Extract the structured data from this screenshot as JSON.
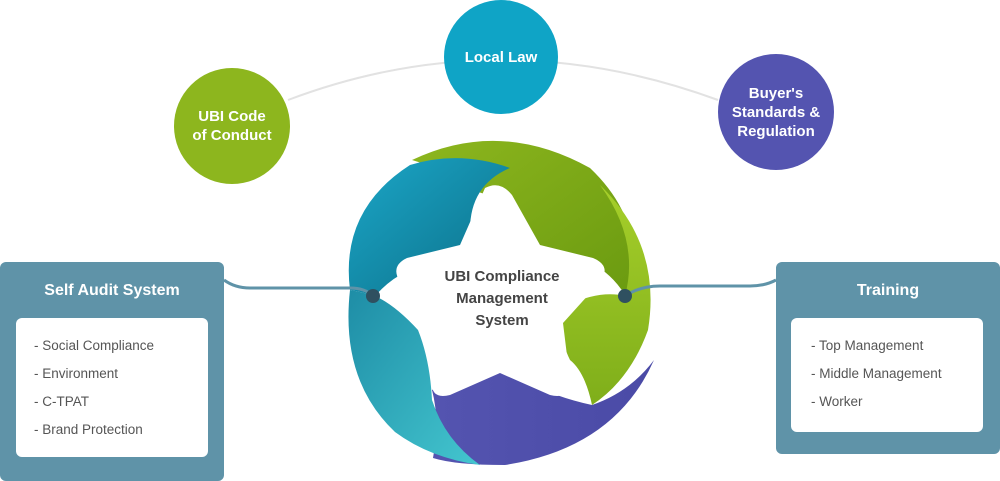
{
  "center": {
    "lines": [
      "UBI Compliance",
      "Management",
      "System"
    ]
  },
  "bubbles": {
    "code_of_conduct": {
      "lines": [
        "UBI Code",
        "of Conduct"
      ],
      "color": "#8DB61E"
    },
    "local_law": {
      "lines": [
        "Local Law"
      ],
      "color": "#0FA4C6"
    },
    "buyer_standards": {
      "lines": [
        "Buyer's",
        "Standards &",
        "Regulation"
      ],
      "color": "#5454B0"
    }
  },
  "left_panel": {
    "title": "Self Audit System",
    "items": [
      "- Social Compliance",
      "- Environment",
      "- C-TPAT",
      "- Brand Protection"
    ],
    "color": "#5F93A8"
  },
  "right_panel": {
    "title": "Training",
    "items": [
      "- Top Management",
      "- Middle Management",
      "- Worker"
    ],
    "color": "#5F93A8"
  },
  "colors": {
    "green": "#8DB61E",
    "teal": "#0E8DAA",
    "cyan": "#3CC0D0",
    "indigo": "#5454B0",
    "connector": "#5F93A8",
    "dot": "#2F5060"
  }
}
